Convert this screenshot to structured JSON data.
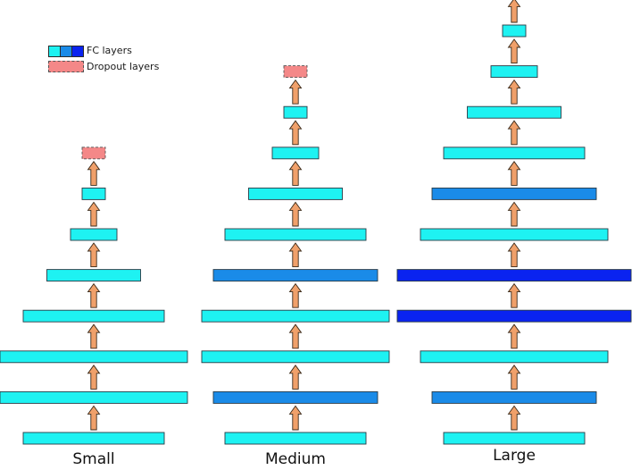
{
  "legend": {
    "fc_label": "FC layers",
    "dropout_label": "Dropout layers"
  },
  "colors": {
    "cyan": "#1ef2f2",
    "mid_blue": "#1a8be8",
    "deep_blue": "#0a23f0",
    "dropout": "#f48888",
    "arrow": "#f0a06a",
    "outline": "#2a3a44"
  },
  "architectures": [
    {
      "label": "Small",
      "layers": [
        {
          "width_units": 6,
          "color": "cyan"
        },
        {
          "width_units": 8,
          "color": "cyan"
        },
        {
          "width_units": 8,
          "color": "cyan"
        },
        {
          "width_units": 6,
          "color": "cyan"
        },
        {
          "width_units": 4,
          "color": "cyan"
        },
        {
          "width_units": 2,
          "color": "cyan"
        },
        {
          "width_units": 1,
          "color": "cyan"
        },
        {
          "width_units": 1,
          "color": "dropout"
        }
      ]
    },
    {
      "label": "Medium",
      "layers": [
        {
          "width_units": 6,
          "color": "cyan"
        },
        {
          "width_units": 7,
          "color": "mid_blue"
        },
        {
          "width_units": 8,
          "color": "cyan"
        },
        {
          "width_units": 8,
          "color": "cyan"
        },
        {
          "width_units": 7,
          "color": "mid_blue"
        },
        {
          "width_units": 6,
          "color": "cyan"
        },
        {
          "width_units": 4,
          "color": "cyan"
        },
        {
          "width_units": 2,
          "color": "cyan"
        },
        {
          "width_units": 1,
          "color": "cyan"
        },
        {
          "width_units": 1,
          "color": "dropout"
        }
      ]
    },
    {
      "label": "Large",
      "layers": [
        {
          "width_units": 6,
          "color": "cyan"
        },
        {
          "width_units": 7,
          "color": "mid_blue"
        },
        {
          "width_units": 8,
          "color": "cyan"
        },
        {
          "width_units": 10,
          "color": "deep_blue"
        },
        {
          "width_units": 10,
          "color": "deep_blue"
        },
        {
          "width_units": 8,
          "color": "cyan"
        },
        {
          "width_units": 7,
          "color": "mid_blue"
        },
        {
          "width_units": 6,
          "color": "cyan"
        },
        {
          "width_units": 4,
          "color": "cyan"
        },
        {
          "width_units": 2,
          "color": "cyan"
        },
        {
          "width_units": 1,
          "color": "cyan"
        },
        {
          "width_units": 1,
          "color": "dropout"
        }
      ]
    }
  ]
}
